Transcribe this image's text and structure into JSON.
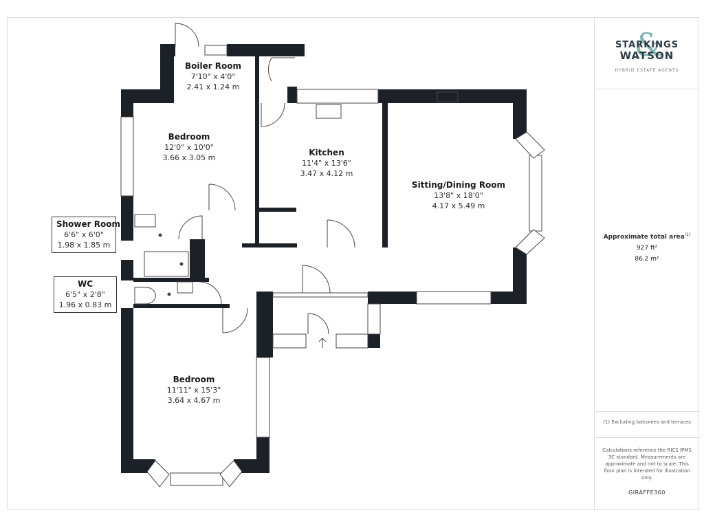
{
  "rooms": {
    "boiler": {
      "name": "Boiler Room",
      "imperial": "7'10\" x 4'0\"",
      "metric": "2.41 x 1.24 m"
    },
    "bedroom1": {
      "name": "Bedroom",
      "imperial": "12'0\" x 10'0\"",
      "metric": "3.66 x 3.05 m"
    },
    "kitchen": {
      "name": "Kitchen",
      "imperial": "11'4\" x 13'6\"",
      "metric": "3.47 x 4.12 m"
    },
    "sitting": {
      "name": "Sitting/Dining Room",
      "imperial": "13'8\" x 18'0\"",
      "metric": "4.17 x 5.49 m"
    },
    "shower": {
      "name": "Shower Room",
      "imperial": "6'6\" x 6'0\"",
      "metric": "1.98 x 1.85 m"
    },
    "wc": {
      "name": "WC",
      "imperial": "6'5\" x 2'8\"",
      "metric": "1.96 x 0.83 m"
    },
    "bedroom2": {
      "name": "Bedroom",
      "imperial": "11'11\" x 15'3\"",
      "metric": "3.64 x 4.67 m"
    }
  },
  "logo": {
    "line1": "STARKINGS",
    "line2": "WATSON",
    "ampersand": "&",
    "tagline": "HYBRID ESTATE AGENTS"
  },
  "area": {
    "title": "Approximate total area",
    "footnote_mark": "(1)",
    "sqft": "927 ft²",
    "sqm": "86.2 m²"
  },
  "notes": {
    "excluding": "(1) Excluding balconies and terraces",
    "disclaimer": "Calculations reference the RICS IPMS 3C standard. Measurements are approximate and not to scale. This floor plan is intended for illustration only."
  },
  "brand": "GIRAFFE360",
  "colors": {
    "wall": "#1c2128",
    "teal": "#7fb6b3",
    "navy": "#2d3b44"
  }
}
